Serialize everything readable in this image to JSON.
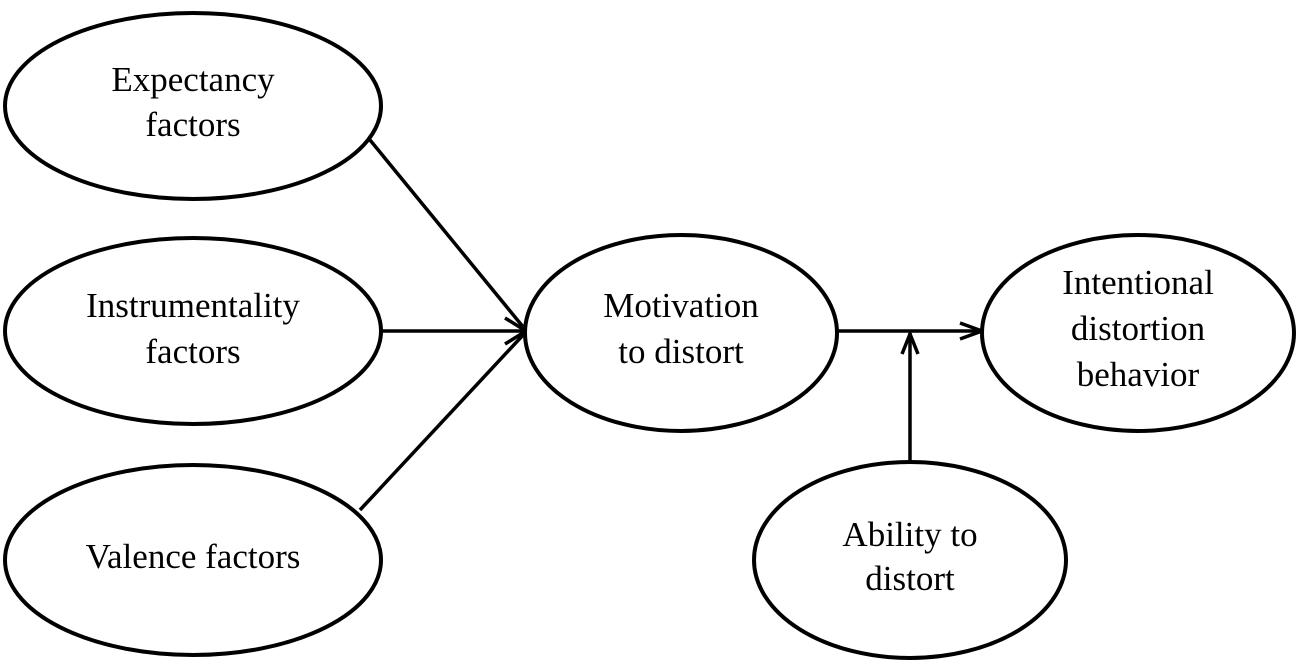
{
  "nodes": {
    "expectancy": {
      "line1": "Expectancy",
      "line2": "factors"
    },
    "instrumentality": {
      "line1": "Instrumentality",
      "line2": "factors"
    },
    "valence": {
      "line1": "Valence factors"
    },
    "motivation": {
      "line1": "Motivation",
      "line2": "to distort"
    },
    "behavior": {
      "line1": "Intentional",
      "line2": "distortion",
      "line3": "behavior"
    },
    "ability": {
      "line1": "Ability to",
      "line2": "distort"
    }
  },
  "edges": [
    {
      "from": "expectancy",
      "to": "motivation"
    },
    {
      "from": "instrumentality",
      "to": "motivation"
    },
    {
      "from": "valence",
      "to": "motivation"
    },
    {
      "from": "motivation",
      "to": "behavior"
    },
    {
      "from": "ability",
      "to": "motivation-behavior-edge"
    }
  ],
  "colors": {
    "stroke": "#000000",
    "fill": "#ffffff"
  }
}
